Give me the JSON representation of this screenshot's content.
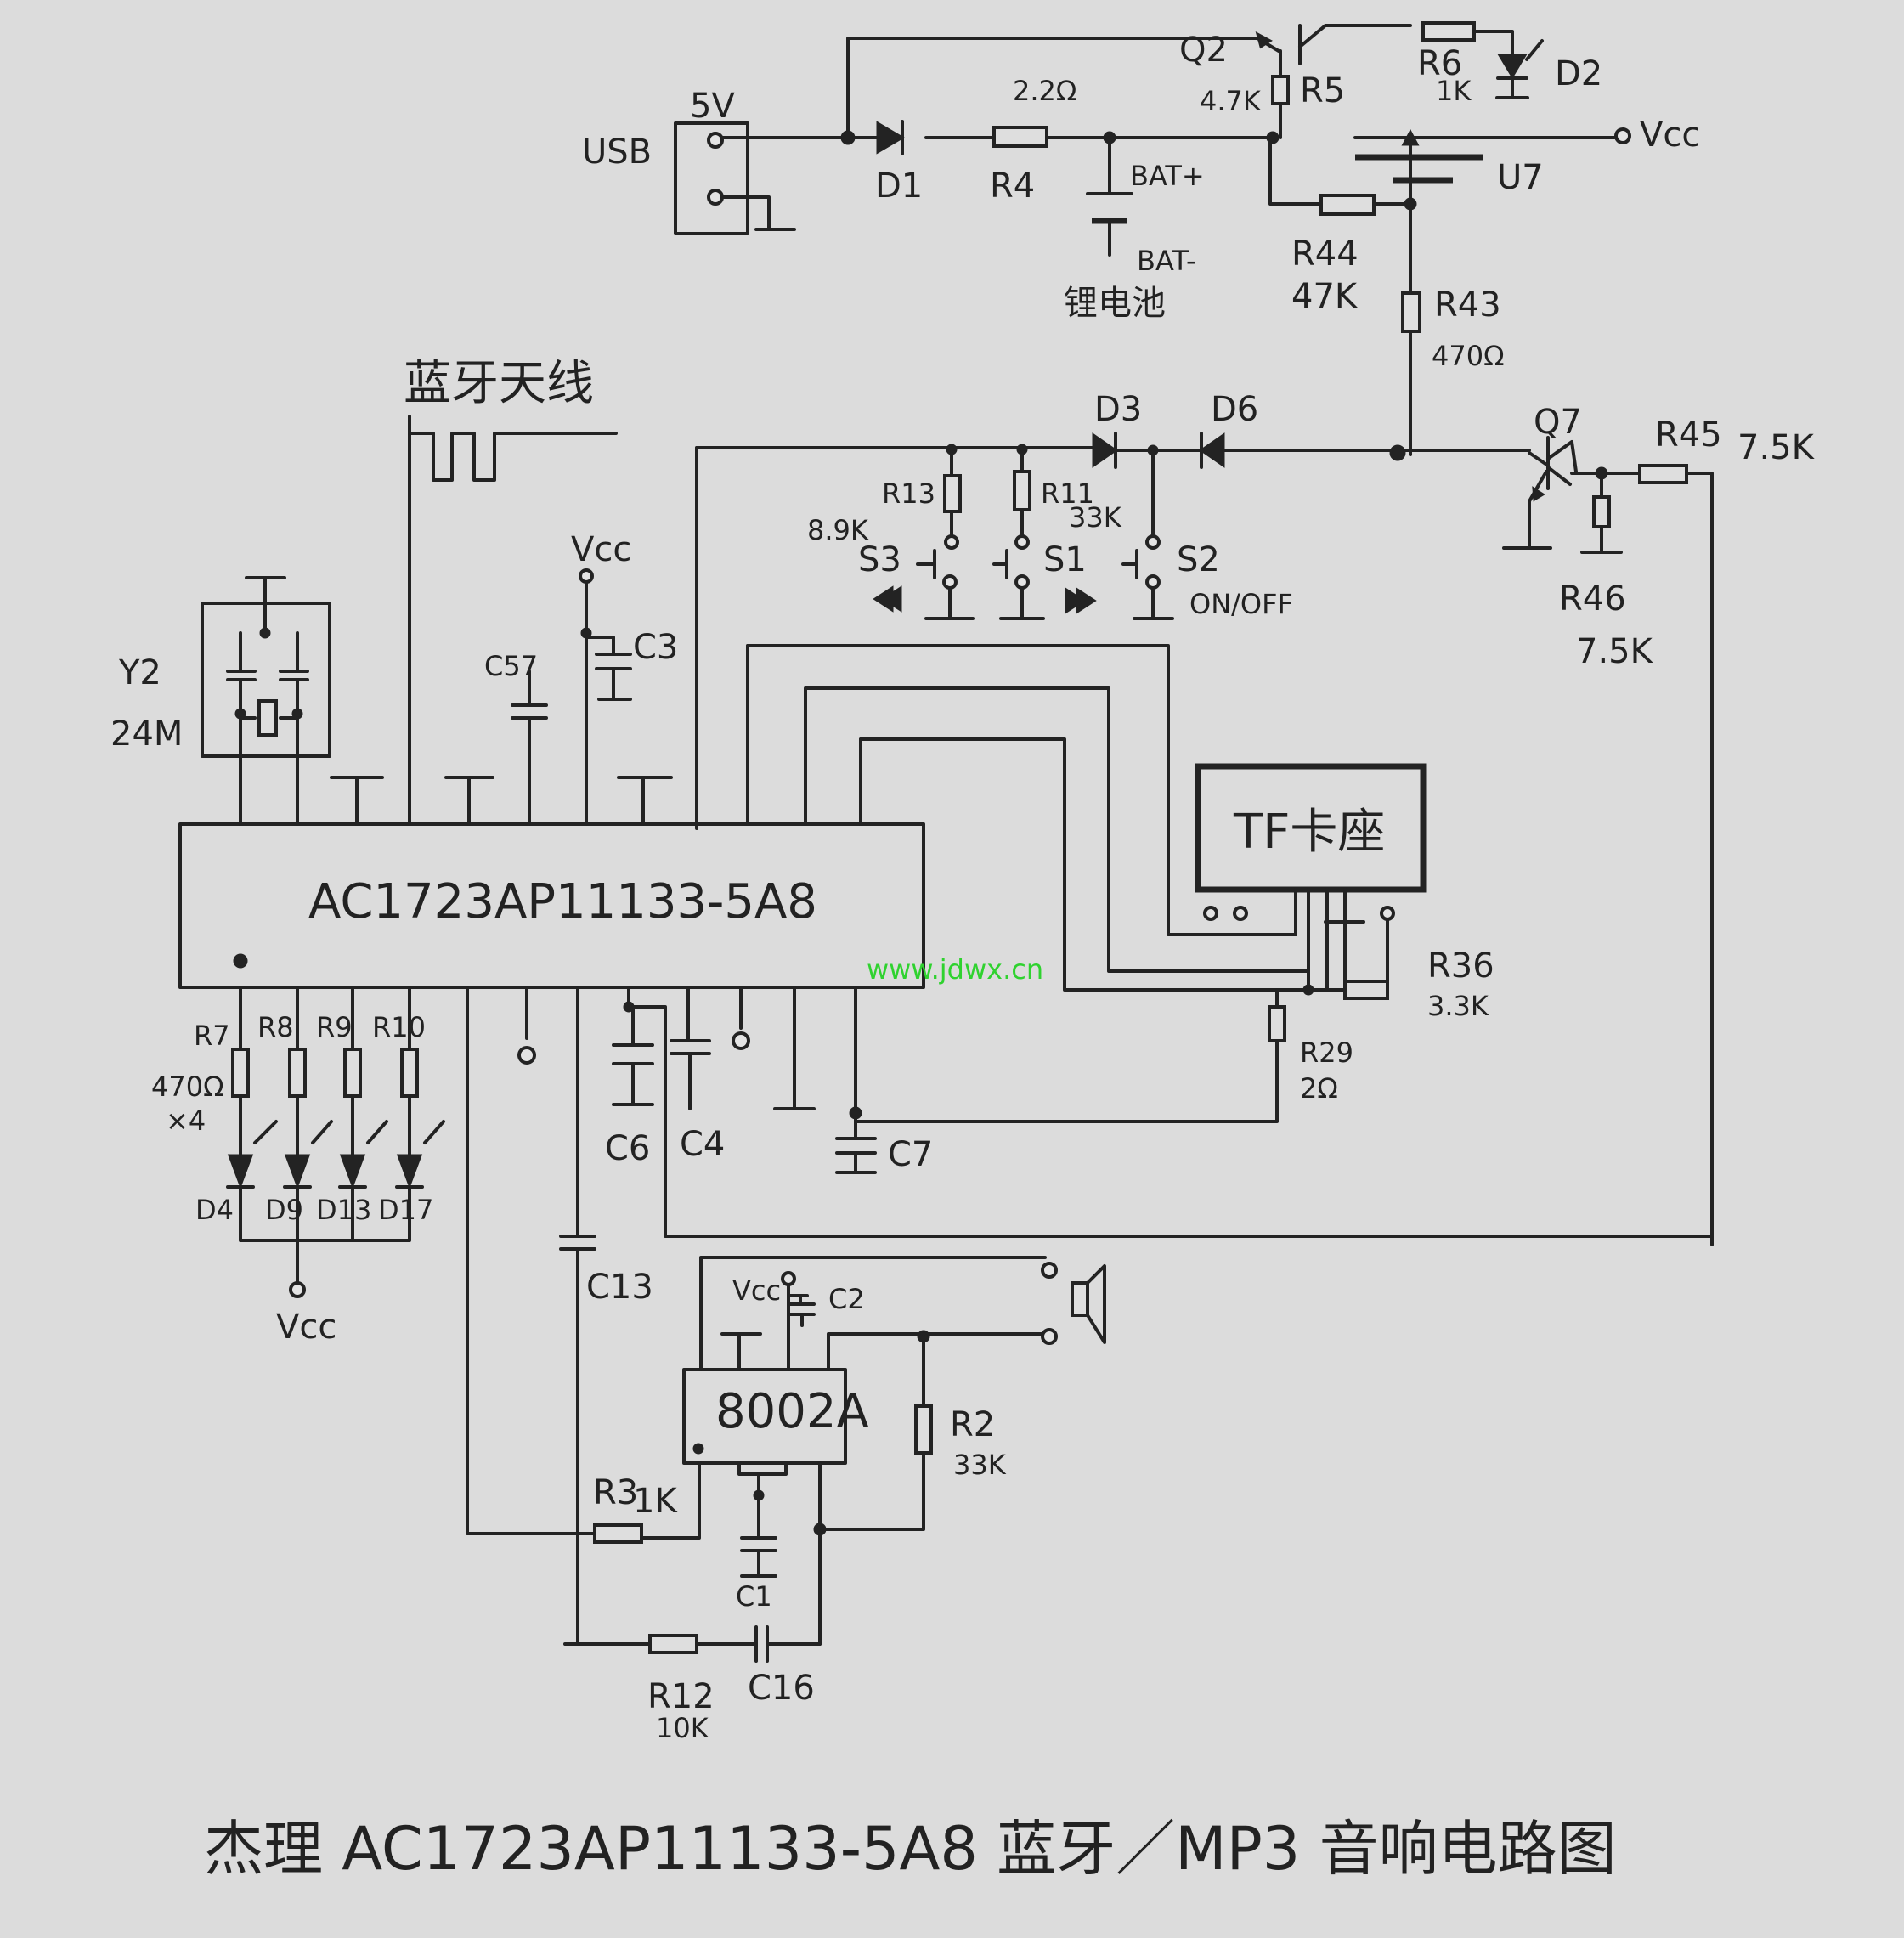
{
  "title": "杰理 AC1723AP11133-5A8 蓝牙／MP3 音响电路图",
  "watermark": "www.jdwx.cn",
  "ic_main": "AC1723AP11133-5A8",
  "ic_amp": "8002A",
  "tf_slot": "TF卡座",
  "antenna": "蓝牙天线",
  "power": {
    "usb": "USB",
    "v5": "5V",
    "vcc": "Vcc",
    "bat_pos": "BAT+",
    "bat_neg": "BAT-",
    "battery": "锂电池"
  },
  "labels": {
    "d1": "D1",
    "r4": "R4",
    "r4v": "2.2Ω",
    "q2": "Q2",
    "r5": "R5",
    "r5v": "4.7K",
    "r6": "R6",
    "r6v": "1K",
    "d2": "D2",
    "u7": "U7",
    "r44": "R44",
    "r44v": "47K",
    "r43": "R43",
    "r43v": "470Ω",
    "d3": "D3",
    "d6": "D6",
    "q7": "Q7",
    "r45": "R45",
    "r45v": "7.5K",
    "r46": "R46",
    "r46v": "7.5K",
    "r13": "R13",
    "r13v": "8.9K",
    "r11": "R11",
    "r11v": "33K",
    "s3": "S3",
    "s1": "S1",
    "s2": "S2",
    "s2v": "ON/OFF",
    "y2": "Y2",
    "y2v": "24M",
    "c57": "C57",
    "c3": "C3",
    "vcc_top": "Vcc",
    "r7": "R7",
    "r8": "R8",
    "r9": "R9",
    "r10": "R10",
    "rled_v": "470Ω",
    "rled_x": "×4",
    "d4": "D4",
    "d9": "D9",
    "d13": "D13",
    "d17": "D17",
    "vcc_led": "Vcc",
    "c6": "C6",
    "c4": "C4",
    "c7": "C7",
    "c13": "C13",
    "r36": "R36",
    "r36v": "3.3K",
    "r29": "R29",
    "r29v": "2Ω",
    "vcc_amp": "Vcc",
    "c2": "C2",
    "r2": "R2",
    "r2v": "33K",
    "r3": "R3",
    "r3v": "1K",
    "c1": "C1",
    "r12": "R12",
    "r12v": "10K",
    "c16": "C16"
  }
}
